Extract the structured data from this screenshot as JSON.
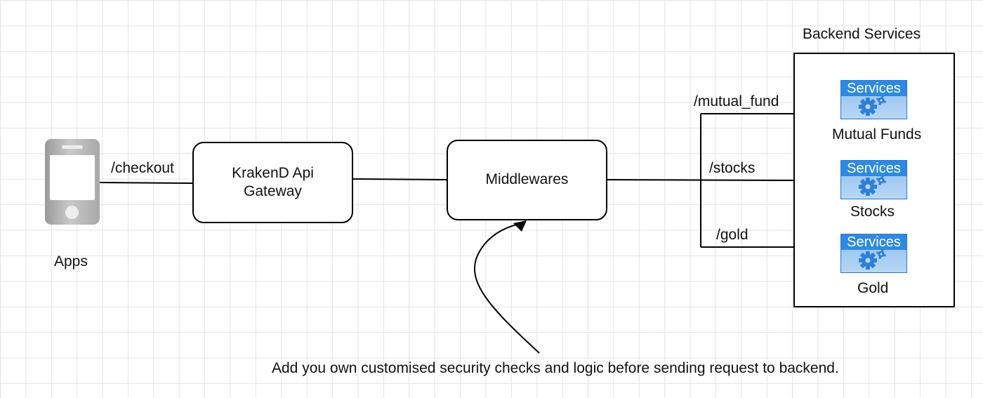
{
  "apps": {
    "label": "Apps",
    "icon": "mobile-phone-icon"
  },
  "edges": {
    "checkout": "/checkout",
    "mutual_fund": "/mutual_fund",
    "stocks": "/stocks",
    "gold": "/gold"
  },
  "gateway": {
    "label": "KrakenD Api\nGateway"
  },
  "middlewares": {
    "label": "Middlewares"
  },
  "backend": {
    "title": "Backend Services",
    "services": [
      {
        "icon_text": "Services",
        "name": "Mutual Funds",
        "icon": "gear-icon"
      },
      {
        "icon_text": "Services",
        "name": "Stocks",
        "icon": "gear-icon"
      },
      {
        "icon_text": "Services",
        "name": "Gold",
        "icon": "gear-icon"
      }
    ]
  },
  "annotation": "Add you own customised security checks and logic before sending request to backend.",
  "colors": {
    "service_header": "#2e8ae0",
    "service_body": "#b7d7f5",
    "grid": "#e3e3e3"
  }
}
